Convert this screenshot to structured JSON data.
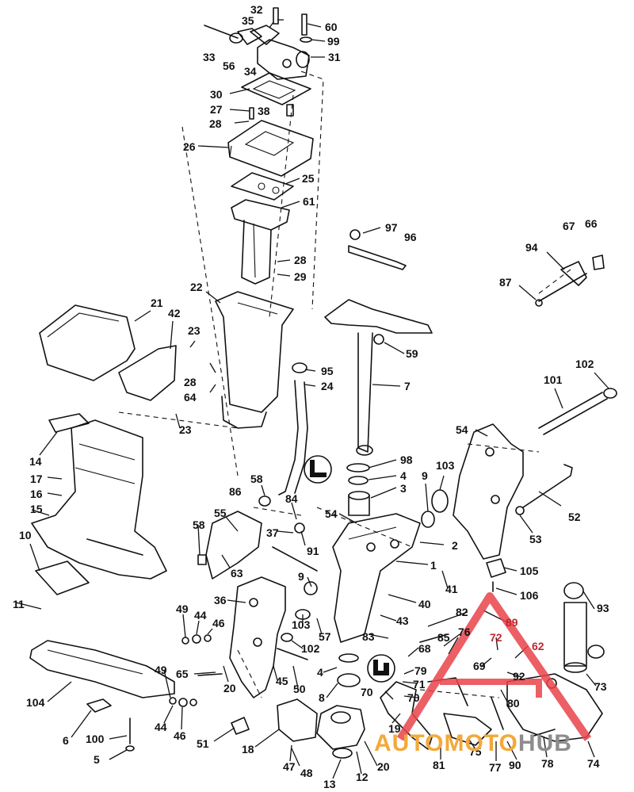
{
  "diagram": {
    "callouts": [
      {
        "id": "c32",
        "text": "32"
      },
      {
        "id": "c35",
        "text": "35"
      },
      {
        "id": "c60",
        "text": "60"
      },
      {
        "id": "c99",
        "text": "99"
      },
      {
        "id": "c33",
        "text": "33"
      },
      {
        "id": "c56",
        "text": "56"
      },
      {
        "id": "c34",
        "text": "34"
      },
      {
        "id": "c31",
        "text": "31"
      },
      {
        "id": "c30",
        "text": "30"
      },
      {
        "id": "c27",
        "text": "27"
      },
      {
        "id": "c38",
        "text": "38"
      },
      {
        "id": "c28a",
        "text": "28"
      },
      {
        "id": "c26",
        "text": "26"
      },
      {
        "id": "c25",
        "text": "25"
      },
      {
        "id": "c61",
        "text": "61"
      },
      {
        "id": "c97",
        "text": "97"
      },
      {
        "id": "c96",
        "text": "96"
      },
      {
        "id": "c67",
        "text": "67"
      },
      {
        "id": "c66",
        "text": "66"
      },
      {
        "id": "c94",
        "text": "94"
      },
      {
        "id": "c28b",
        "text": "28"
      },
      {
        "id": "c29",
        "text": "29"
      },
      {
        "id": "c87",
        "text": "87"
      },
      {
        "id": "c22",
        "text": "22"
      },
      {
        "id": "c21",
        "text": "21"
      },
      {
        "id": "c42",
        "text": "42"
      },
      {
        "id": "c23a",
        "text": "23"
      },
      {
        "id": "c59",
        "text": "59"
      },
      {
        "id": "c102a",
        "text": "102"
      },
      {
        "id": "c95",
        "text": "95"
      },
      {
        "id": "c28c",
        "text": "28"
      },
      {
        "id": "c24",
        "text": "24"
      },
      {
        "id": "c7",
        "text": "7"
      },
      {
        "id": "c64",
        "text": "64"
      },
      {
        "id": "c101",
        "text": "101"
      },
      {
        "id": "c23b",
        "text": "23"
      },
      {
        "id": "c54a",
        "text": "54"
      },
      {
        "id": "c14",
        "text": "14"
      },
      {
        "id": "c98",
        "text": "98"
      },
      {
        "id": "c4a",
        "text": "4"
      },
      {
        "id": "c3",
        "text": "3"
      },
      {
        "id": "c9a",
        "text": "9"
      },
      {
        "id": "c103a",
        "text": "103"
      },
      {
        "id": "c17",
        "text": "17"
      },
      {
        "id": "c58a",
        "text": "58"
      },
      {
        "id": "c16",
        "text": "16"
      },
      {
        "id": "c86",
        "text": "86"
      },
      {
        "id": "c84",
        "text": "84"
      },
      {
        "id": "c52",
        "text": "52"
      },
      {
        "id": "c15",
        "text": "15"
      },
      {
        "id": "c55",
        "text": "55"
      },
      {
        "id": "c54b",
        "text": "54"
      },
      {
        "id": "c37",
        "text": "37"
      },
      {
        "id": "c53",
        "text": "53"
      },
      {
        "id": "c58b",
        "text": "58"
      },
      {
        "id": "c10",
        "text": "10"
      },
      {
        "id": "c91",
        "text": "91"
      },
      {
        "id": "c2",
        "text": "2"
      },
      {
        "id": "c63",
        "text": "63"
      },
      {
        "id": "c1",
        "text": "1"
      },
      {
        "id": "c105",
        "text": "105"
      },
      {
        "id": "c9b",
        "text": "9"
      },
      {
        "id": "c41",
        "text": "41"
      },
      {
        "id": "c11",
        "text": "11"
      },
      {
        "id": "c36",
        "text": "36"
      },
      {
        "id": "c106",
        "text": "106"
      },
      {
        "id": "c93",
        "text": "93"
      },
      {
        "id": "c40",
        "text": "40"
      },
      {
        "id": "c49a",
        "text": "49"
      },
      {
        "id": "c44a",
        "text": "44"
      },
      {
        "id": "c46a",
        "text": "46"
      },
      {
        "id": "c43",
        "text": "43"
      },
      {
        "id": "c82",
        "text": "82"
      },
      {
        "id": "c89",
        "text": "89",
        "red": true
      },
      {
        "id": "c103b",
        "text": "103"
      },
      {
        "id": "c57",
        "text": "57"
      },
      {
        "id": "c76",
        "text": "76"
      },
      {
        "id": "c72",
        "text": "72",
        "red": true
      },
      {
        "id": "c83",
        "text": "83"
      },
      {
        "id": "c85",
        "text": "85"
      },
      {
        "id": "c62",
        "text": "62",
        "red": true
      },
      {
        "id": "c102b",
        "text": "102"
      },
      {
        "id": "c68",
        "text": "68"
      },
      {
        "id": "c69",
        "text": "69"
      },
      {
        "id": "c92",
        "text": "92"
      },
      {
        "id": "c49b",
        "text": "49"
      },
      {
        "id": "c65",
        "text": "65"
      },
      {
        "id": "c45",
        "text": "45"
      },
      {
        "id": "c4b",
        "text": "4"
      },
      {
        "id": "c79",
        "text": "79"
      },
      {
        "id": "c73",
        "text": "73"
      },
      {
        "id": "c20a",
        "text": "20"
      },
      {
        "id": "c50",
        "text": "50"
      },
      {
        "id": "c71",
        "text": "71"
      },
      {
        "id": "c104",
        "text": "104"
      },
      {
        "id": "c8",
        "text": "8"
      },
      {
        "id": "c70a",
        "text": "70"
      },
      {
        "id": "c70b",
        "text": "70"
      },
      {
        "id": "c80",
        "text": "80"
      },
      {
        "id": "c44b",
        "text": "44"
      },
      {
        "id": "c46b",
        "text": "46"
      },
      {
        "id": "c19",
        "text": "19"
      },
      {
        "id": "c6",
        "text": "6"
      },
      {
        "id": "c100",
        "text": "100"
      },
      {
        "id": "c51",
        "text": "51"
      },
      {
        "id": "c18",
        "text": "18"
      },
      {
        "id": "c75",
        "text": "75"
      },
      {
        "id": "c78",
        "text": "78"
      },
      {
        "id": "c74",
        "text": "74"
      },
      {
        "id": "c5",
        "text": "5"
      },
      {
        "id": "c20b",
        "text": "20"
      },
      {
        "id": "c47",
        "text": "47"
      },
      {
        "id": "c12",
        "text": "12"
      },
      {
        "id": "c48",
        "text": "48"
      },
      {
        "id": "c81",
        "text": "81"
      },
      {
        "id": "c77",
        "text": "77"
      },
      {
        "id": "c90",
        "text": "90"
      },
      {
        "id": "c13",
        "text": "13"
      }
    ]
  },
  "watermark": {
    "part_a": "AUTOMOTO",
    "part_b": "HUB",
    "color_a": "#f3a93a",
    "color_b": "#8d8d8d",
    "triangle_color": "#e8434a"
  },
  "colors": {
    "line": "#111111",
    "callout_red": "#c0262e"
  }
}
